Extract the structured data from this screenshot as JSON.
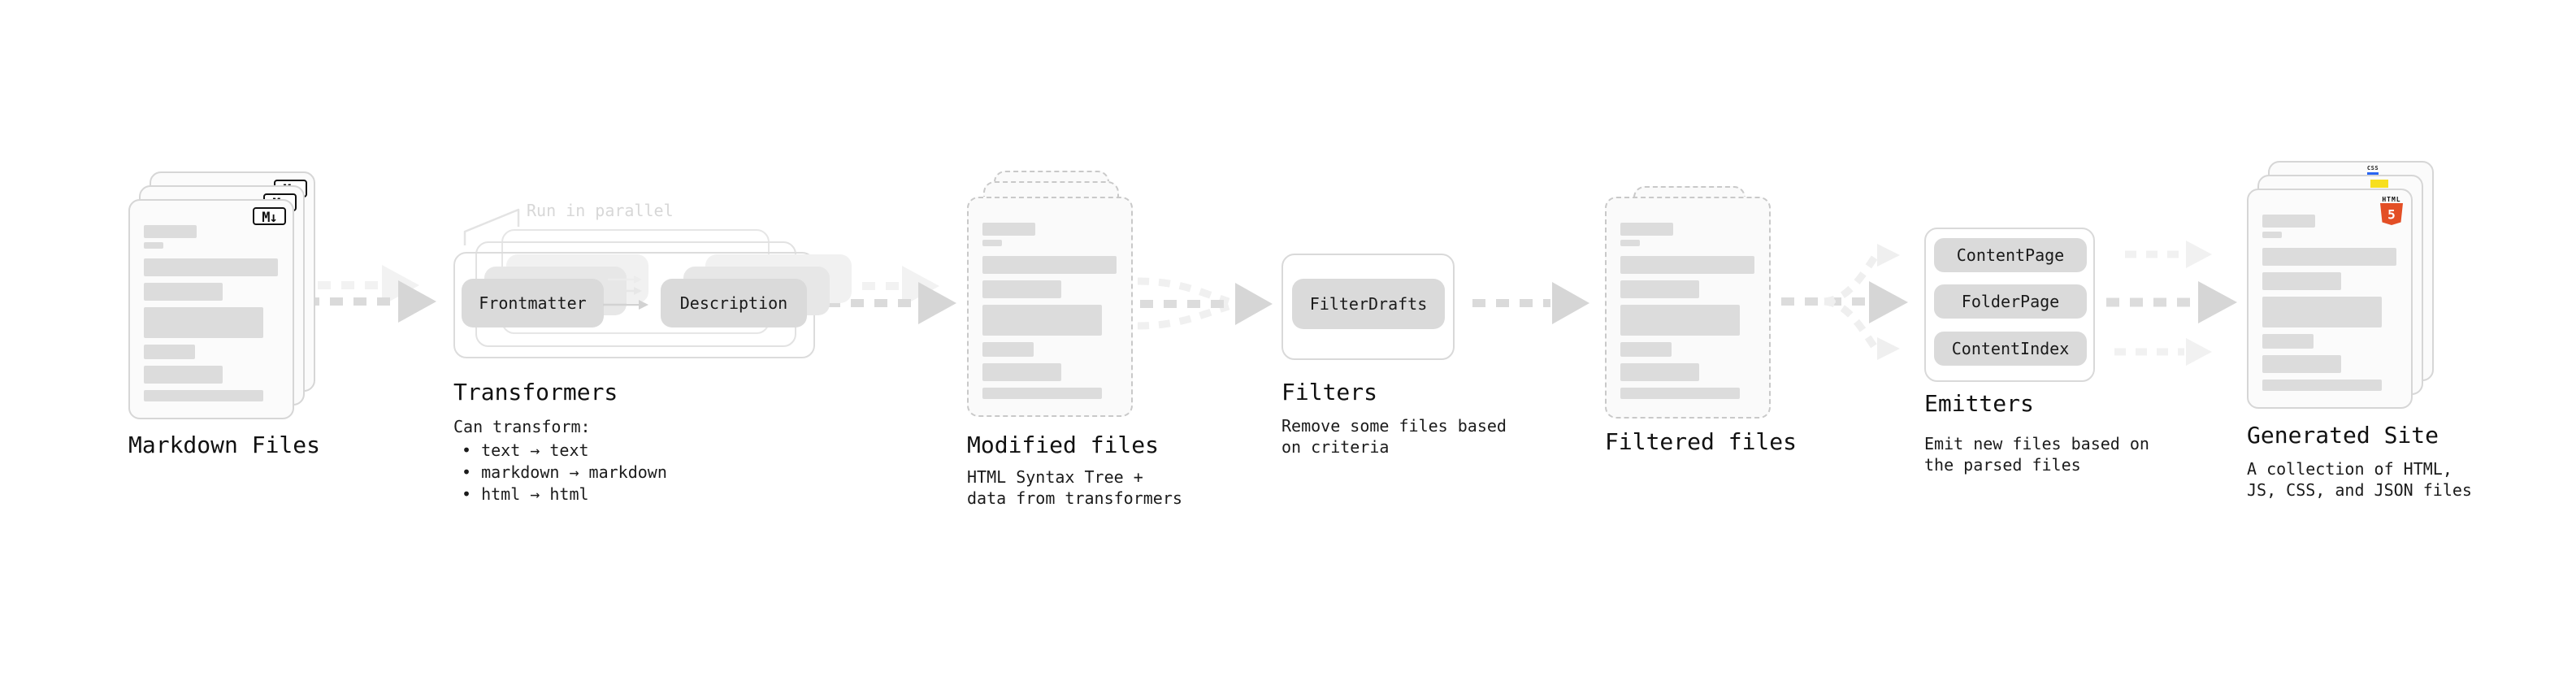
{
  "nodes": {
    "markdown": {
      "label": "Markdown Files",
      "badge": "M↓"
    },
    "transformers": {
      "label": "Transformers",
      "callout": "Run in parallel",
      "pill_from": "Frontmatter",
      "pill_to": "Description",
      "desc_title": "Can transform:",
      "bullets": [
        "• text → text",
        "• markdown → markdown",
        "• html → html"
      ]
    },
    "modified": {
      "label": "Modified files",
      "sub": [
        "HTML Syntax Tree +",
        "data from transformers"
      ]
    },
    "filters": {
      "label": "Filters",
      "pill": "FilterDrafts",
      "sub": [
        "Remove some files based",
        "on criteria"
      ]
    },
    "filtered": {
      "label": "Filtered files"
    },
    "emitters": {
      "label": "Emitters",
      "pills": [
        "ContentPage",
        "FolderPage",
        "ContentIndex"
      ],
      "sub": [
        "Emit new files based on",
        "the parsed files"
      ]
    },
    "site": {
      "label": "Generated Site",
      "sub": [
        "A collection of HTML,",
        "JS, CSS, and JSON files"
      ],
      "badges": {
        "html_word": "HTML",
        "html_number": "5",
        "css_word": "CSS"
      }
    }
  },
  "colors": {
    "html5_orange": "#e34f26",
    "js_yellow": "#f7df1e",
    "css_blue": "#2965f1",
    "arrow_gray": "#d6d6d6",
    "arrow_ghost": "#f1f1f1",
    "pill_gray": "#dadada",
    "card_border": "#d6d6d6"
  }
}
